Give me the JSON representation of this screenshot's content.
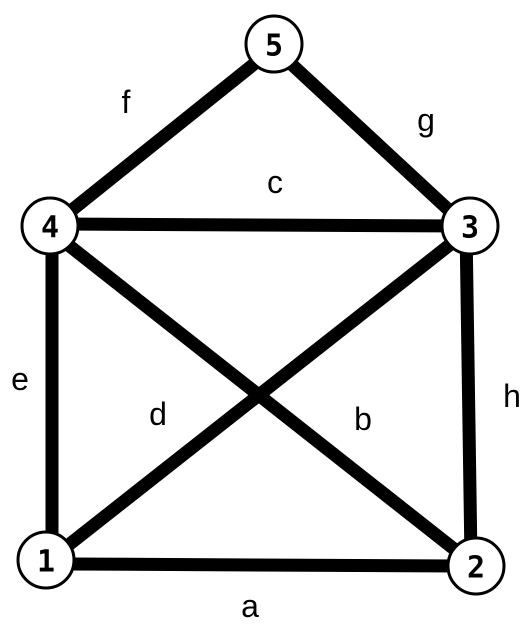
{
  "graph": {
    "nodes": [
      {
        "id": "1",
        "label": "1"
      },
      {
        "id": "2",
        "label": "2"
      },
      {
        "id": "3",
        "label": "3"
      },
      {
        "id": "4",
        "label": "4"
      },
      {
        "id": "5",
        "label": "5"
      }
    ],
    "edges": [
      {
        "id": "a",
        "label": "a",
        "from": "1",
        "to": "2"
      },
      {
        "id": "b",
        "label": "b",
        "from": "4",
        "to": "2"
      },
      {
        "id": "c",
        "label": "c",
        "from": "4",
        "to": "3"
      },
      {
        "id": "d",
        "label": "d",
        "from": "1",
        "to": "3"
      },
      {
        "id": "e",
        "label": "e",
        "from": "4",
        "to": "1"
      },
      {
        "id": "f",
        "label": "f",
        "from": "4",
        "to": "5"
      },
      {
        "id": "g",
        "label": "g",
        "from": "5",
        "to": "3"
      },
      {
        "id": "h",
        "label": "h",
        "from": "3",
        "to": "2"
      }
    ]
  }
}
